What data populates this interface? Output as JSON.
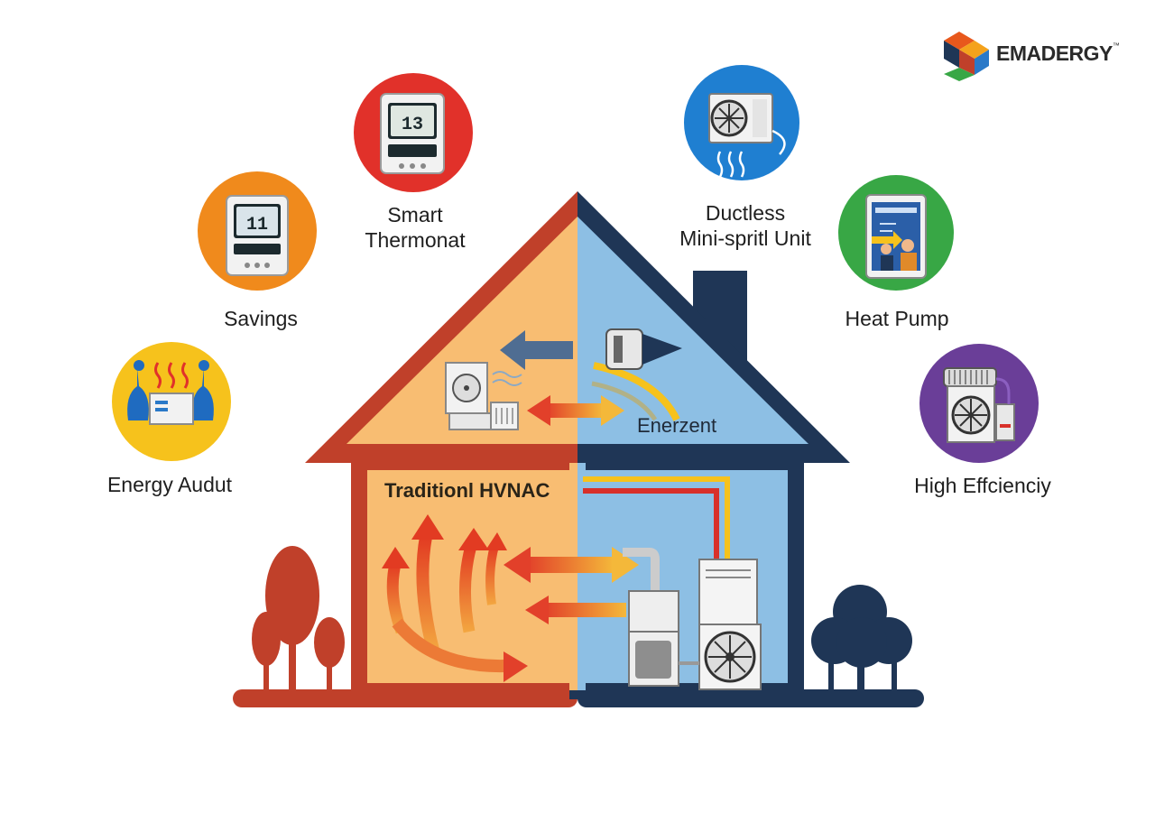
{
  "brand": {
    "name": "EMADERGY",
    "mark": "™"
  },
  "colors": {
    "warm_side": "#f8bd72",
    "cool_side": "#8dbfe4",
    "warm_roof": "#c0402a",
    "cool_roof": "#1f3656",
    "red_circle": "#e1312a",
    "orange_circle": "#f08a1c",
    "yellow_circle": "#f6c21c",
    "blue_circle": "#1f7fd1",
    "green_circle": "#38a745",
    "purple_circle": "#6a3e98"
  },
  "features": {
    "smart_thermostat": {
      "line1": "Smart",
      "line2": "Thermonat",
      "icon": "thermostat-icon"
    },
    "savings": {
      "label": "Savings",
      "icon": "thermostat-icon"
    },
    "energy_audit": {
      "label": "Energy Audut",
      "icon": "energy-audit-icon"
    },
    "ductless": {
      "line1": "Ductless",
      "line2": "Mini-spritl Unit",
      "icon": "mini-split-icon"
    },
    "heat_pump": {
      "label": "Heat Pump",
      "icon": "tablet-technician-icon"
    },
    "high_efficiency": {
      "label": "High Effcienciy",
      "icon": "efficient-unit-icon"
    }
  },
  "house": {
    "traditional_label": "Traditionl HVNAC",
    "efficient_label": "Enerzent"
  },
  "thermostat_displays": {
    "smart": "13",
    "savings": "11"
  }
}
